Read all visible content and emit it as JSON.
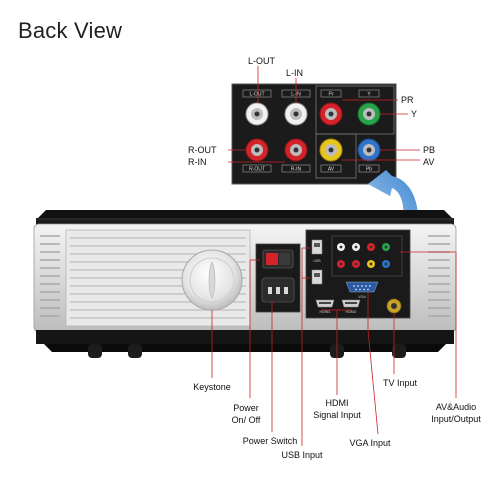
{
  "title": "Back View",
  "zoom_labels": {
    "l_out": "L-OUT",
    "l_in": "L-IN",
    "pr": "PR",
    "y": "Y",
    "r_out": "R-OUT",
    "r_in": "R-IN",
    "pb": "PB",
    "av": "AV"
  },
  "panel_labels": {
    "l_out": "L-OUT",
    "l_in": "L-IN",
    "pr": "Pr",
    "y": "Y",
    "r_out": "R-OUT",
    "r_in": "R-IN",
    "av": "AV",
    "pb": "Pb"
  },
  "mini_labels": {
    "usb": "USB",
    "hdmi1": "HDMI1",
    "hdmi2": "HDMI2",
    "vga": "VGA"
  },
  "callouts": {
    "keystone": "Keystone",
    "power_onoff_1": "Power",
    "power_onoff_2": "On/ Off",
    "power_switch": "Power Switch",
    "usb_input": "USB Input",
    "hdmi_1": "HDMI",
    "hdmi_2": "Signal Input",
    "vga_input": "VGA Input",
    "tv_input": "TV Input",
    "avaudio_1": "AV&Audio",
    "avaudio_2": "Input/Output"
  },
  "colors": {
    "connector_white": "#f2f2f2",
    "connector_red": "#d4232a",
    "connector_yellow": "#e8c51a",
    "connector_green": "#27a34a",
    "connector_blue": "#2f73c9",
    "arrow_blue": "#6aa6e0",
    "callout_red": "#cc2222"
  }
}
